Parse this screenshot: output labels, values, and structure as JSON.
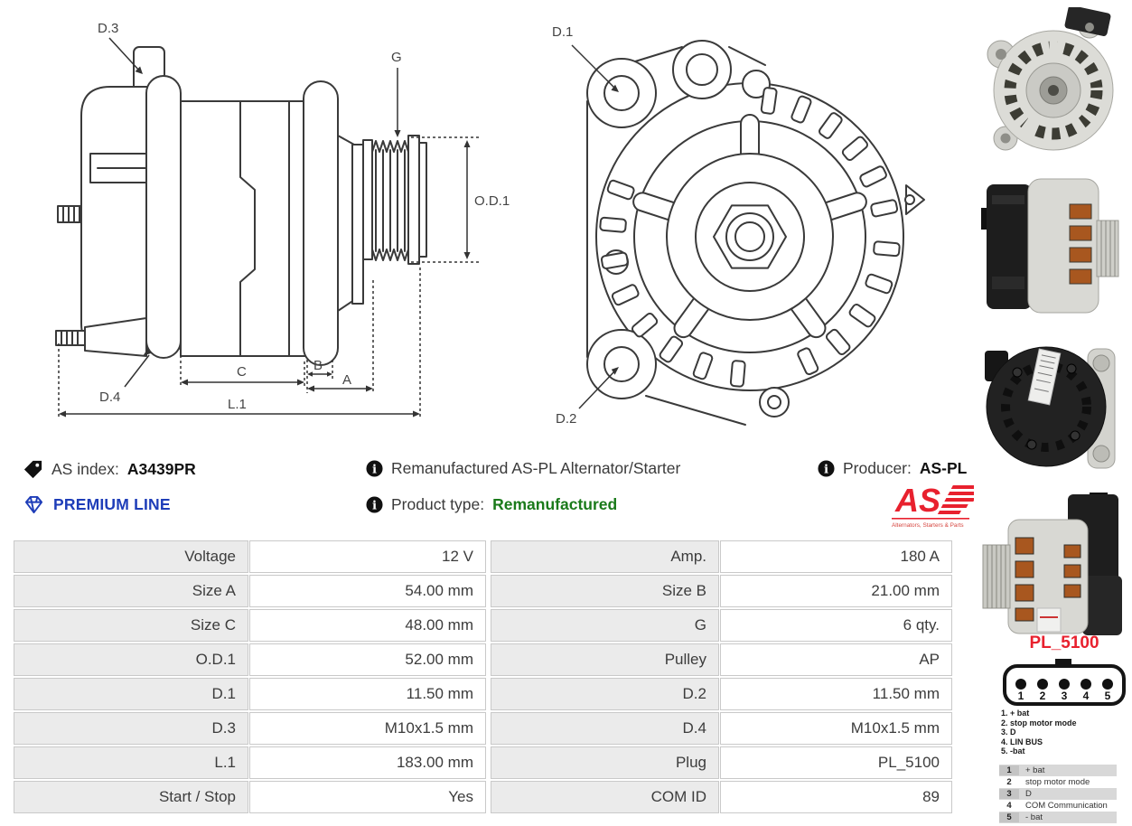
{
  "colors": {
    "premium_blue": "#1e3db8",
    "product_type_green": "#1a7a1a",
    "brand_red": "#e8212e",
    "table_label_bg": "#ebebeb",
    "table_border": "#c9c9c9"
  },
  "diagrams": {
    "side_view": {
      "labels": {
        "d3": "D.3",
        "g": "G",
        "od1": "O.D.1",
        "d4": "D.4",
        "c": "C",
        "b": "B",
        "a": "A",
        "l1": "L.1"
      }
    },
    "front_view": {
      "labels": {
        "d1": "D.1",
        "d2": "D.2"
      }
    }
  },
  "info": {
    "as_index_label": "AS index:",
    "as_index_value": "A3439PR",
    "premium_line": "PREMIUM LINE",
    "description": "Remanufactured AS-PL Alternator/Starter",
    "product_type_label": "Product type:",
    "product_type_value": "Remanufactured",
    "producer_label": "Producer:",
    "producer_value": "AS-PL",
    "logo_text": "AS",
    "logo_tagline": "Alternators, Starters & Parts"
  },
  "spec_table": {
    "rows": [
      {
        "label1": "Voltage",
        "value1": "12 V",
        "label2": "Amp.",
        "value2": "180 A"
      },
      {
        "label1": "Size A",
        "value1": "54.00 mm",
        "label2": "Size B",
        "value2": "21.00 mm"
      },
      {
        "label1": "Size C",
        "value1": "48.00 mm",
        "label2": "G",
        "value2": "6 qty."
      },
      {
        "label1": "O.D.1",
        "value1": "52.00 mm",
        "label2": "Pulley",
        "value2": "AP"
      },
      {
        "label1": "D.1",
        "value1": "11.50 mm",
        "label2": "D.2",
        "value2": "11.50 mm"
      },
      {
        "label1": "D.3",
        "value1": "M10x1.5 mm",
        "label2": "D.4",
        "value2": "M10x1.5 mm"
      },
      {
        "label1": "L.1",
        "value1": "183.00 mm",
        "label2": "Plug",
        "value2": "PL_5100"
      },
      {
        "label1": "Start / Stop",
        "value1": "Yes",
        "label2": "COM ID",
        "value2": "89"
      }
    ]
  },
  "connector": {
    "title": "PL_5100",
    "pins": [
      "1",
      "2",
      "3",
      "4",
      "5"
    ],
    "legend": [
      "1. + bat",
      "2. stop motor mode",
      "3. D",
      "4. LIN BUS",
      "5. -bat"
    ],
    "pin_table": [
      {
        "num": "1",
        "desc": "+ bat"
      },
      {
        "num": "2",
        "desc": "stop motor mode"
      },
      {
        "num": "3",
        "desc": "D"
      },
      {
        "num": "4",
        "desc": "COM Communication"
      },
      {
        "num": "5",
        "desc": "- bat"
      }
    ]
  }
}
